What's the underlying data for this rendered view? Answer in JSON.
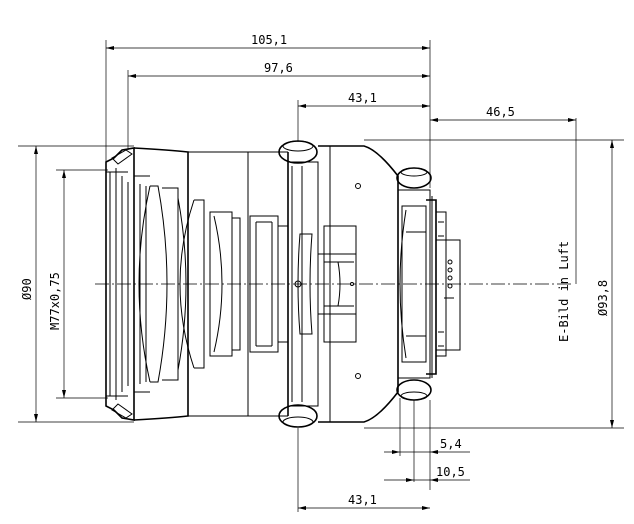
{
  "dimensions": {
    "top_overall": "105,1",
    "top_second": "97,6",
    "top_third": "43,1",
    "right_top": "46,5",
    "bottom_a": "5,4",
    "bottom_b": "10,5",
    "bottom_c": "43,1"
  },
  "vertical_labels": {
    "diameter_left": "Ø90",
    "thread": "M77x0,75",
    "image_plane": "E-Bild in Luft",
    "diameter_right": "Ø93,8"
  }
}
